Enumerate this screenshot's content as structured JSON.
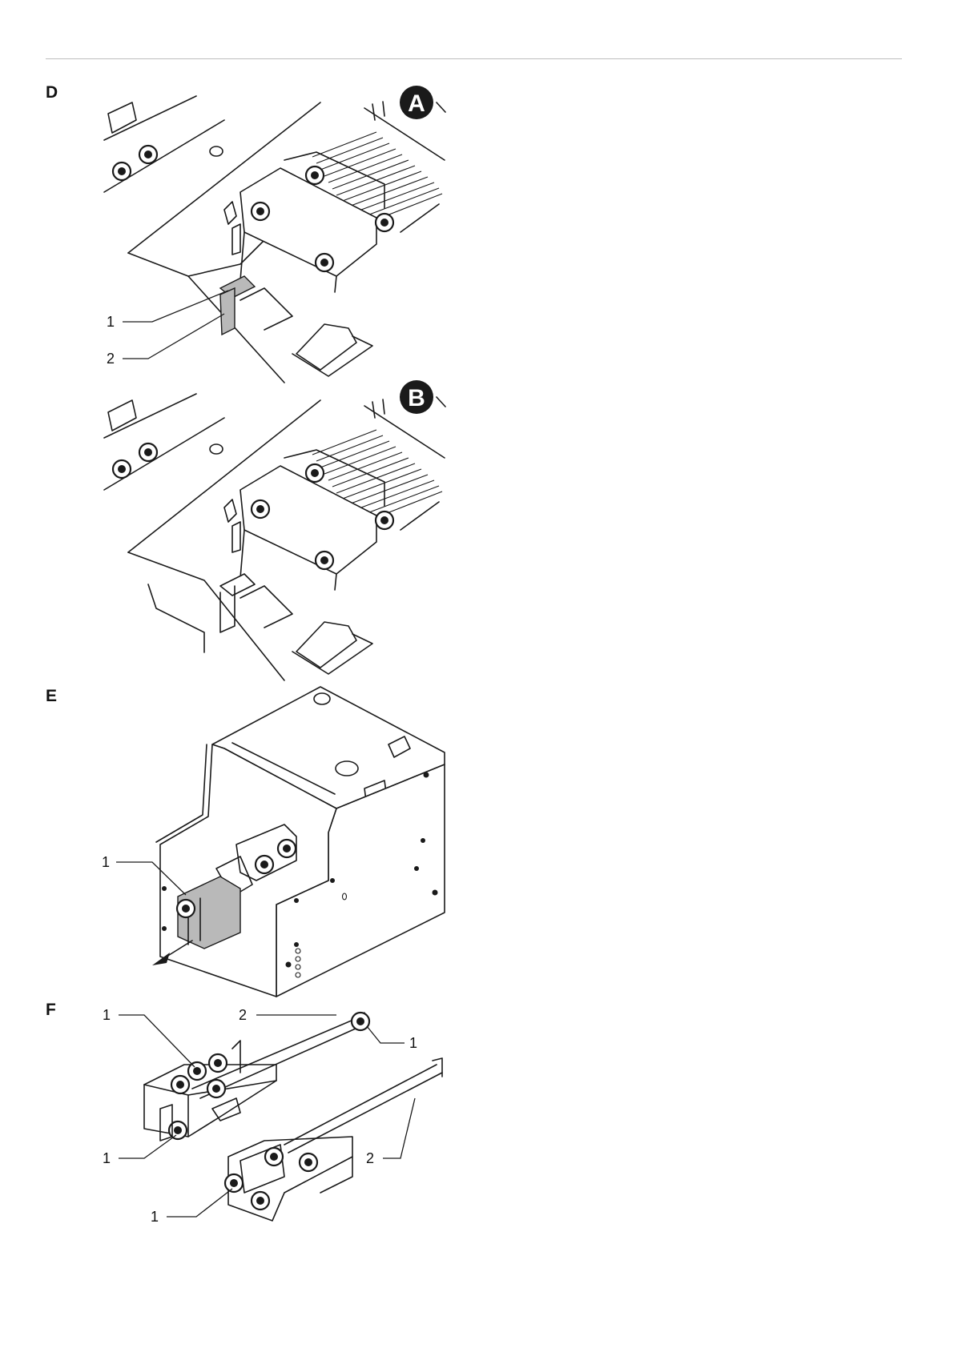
{
  "sections": {
    "d": {
      "label": "D"
    },
    "e": {
      "label": "E"
    },
    "f": {
      "label": "F"
    }
  },
  "badges": {
    "a": "A",
    "b": "B"
  },
  "callouts": {
    "d_1": "1",
    "d_2": "2",
    "e_1": "1",
    "f_1_top": "1",
    "f_2_top": "2",
    "f_1_right": "1",
    "f_1_left": "1",
    "f_2_right": "2",
    "f_1_bottom": "1"
  },
  "colors": {
    "line": "#1a1a1a",
    "highlight": "#b9b9b9",
    "badge": "#1a1a1a",
    "rule": "#bdbdbd"
  }
}
